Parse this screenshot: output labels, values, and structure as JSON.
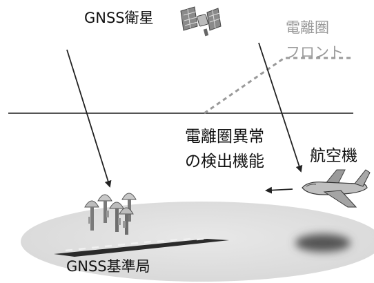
{
  "labels": {
    "gnss_satellite": "GNSS衛星",
    "ionosphere_front_line1": "電離圏",
    "ionosphere_front_line2": "フロント",
    "anomaly_detection_line1": "電離圏異常",
    "anomaly_detection_line2": "の検出機能",
    "aircraft": "航空機",
    "gnss_base_station": "GNSS基準局"
  },
  "colors": {
    "ground": "#e2e2e2",
    "runway": "#2b2b2b",
    "line": "#333333",
    "front_dashed": "#9a9a9a"
  },
  "icons": {
    "satellite": "satellite-icon",
    "antennas": "antenna-icon",
    "aircraft": "airplane-icon"
  }
}
